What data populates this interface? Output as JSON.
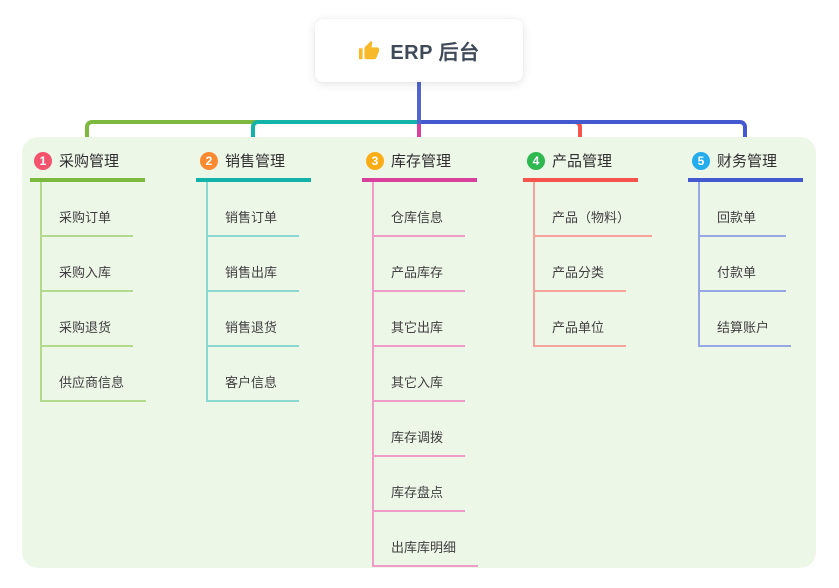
{
  "root": {
    "label": "ERP 后台",
    "icon": "thumbs-up-icon",
    "icon_color": "#f7b928"
  },
  "colors": {
    "canvas_bg": "#ffffff",
    "panel_bg": "#edf7e8",
    "trunk": "#5266d0",
    "root_text": "#3f4a59",
    "title_text": "#2f2f2f",
    "child_text": "#3f3f3f"
  },
  "branches": [
    {
      "number": "1",
      "title": "采购管理",
      "badge_color": "#f4536e",
      "line_color": "#7cb93e",
      "child_line_color": "#b3d98c",
      "children": [
        "采购订单",
        "采购入库",
        "采购退货",
        "供应商信息"
      ]
    },
    {
      "number": "2",
      "title": "销售管理",
      "badge_color": "#f98a31",
      "line_color": "#13b3a9",
      "child_line_color": "#8ad8d1",
      "children": [
        "销售订单",
        "销售出库",
        "销售退货",
        "客户信息"
      ]
    },
    {
      "number": "3",
      "title": "库存管理",
      "badge_color": "#fbad18",
      "line_color": "#d8409c",
      "child_line_color": "#ef9cc8",
      "children": [
        "仓库信息",
        "产品库存",
        "其它出库",
        "其它入库",
        "库存调拨",
        "库存盘点",
        "出库库明细"
      ]
    },
    {
      "number": "4",
      "title": "产品管理",
      "badge_color": "#2eb84f",
      "line_color": "#f4544c",
      "child_line_color": "#f7a39b",
      "children": [
        "产品（物料）",
        "产品分类",
        "产品单位"
      ]
    },
    {
      "number": "5",
      "title": "财务管理",
      "badge_color": "#25aced",
      "line_color": "#4459cf",
      "child_line_color": "#97a7e4",
      "children": [
        "回款单",
        "付款单",
        "结算账户"
      ]
    }
  ]
}
